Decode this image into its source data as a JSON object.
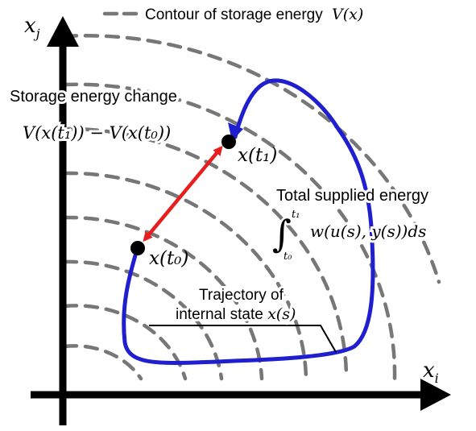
{
  "legend": {
    "text": "Contour of storage energy",
    "math_V": "V",
    "math_arg": "(x)"
  },
  "axes": {
    "x_label_base": "x",
    "x_label_sub": "i",
    "y_label_base": "x",
    "y_label_sub": "j"
  },
  "storage_change": {
    "title": "Storage energy change",
    "formula": "V(x(t₁)) − V(x(t₀))"
  },
  "points": {
    "t1": {
      "label": "x(t₁)"
    },
    "t0": {
      "label": "x(t₀)"
    }
  },
  "supplied": {
    "title": "Total supplied energy",
    "upper_limit": "t₁",
    "lower_limit": "t₀",
    "integrand": "w(u(s), y(s))ds"
  },
  "trajectory": {
    "line1": "Trajectory of",
    "line2_text": "internal state",
    "line2_math": "x(s)"
  },
  "colors": {
    "axis": "#000000",
    "contour": "#777777",
    "trajectory": "#1f1fd0",
    "change_arrow": "#e81e1e",
    "point": "#000000"
  }
}
